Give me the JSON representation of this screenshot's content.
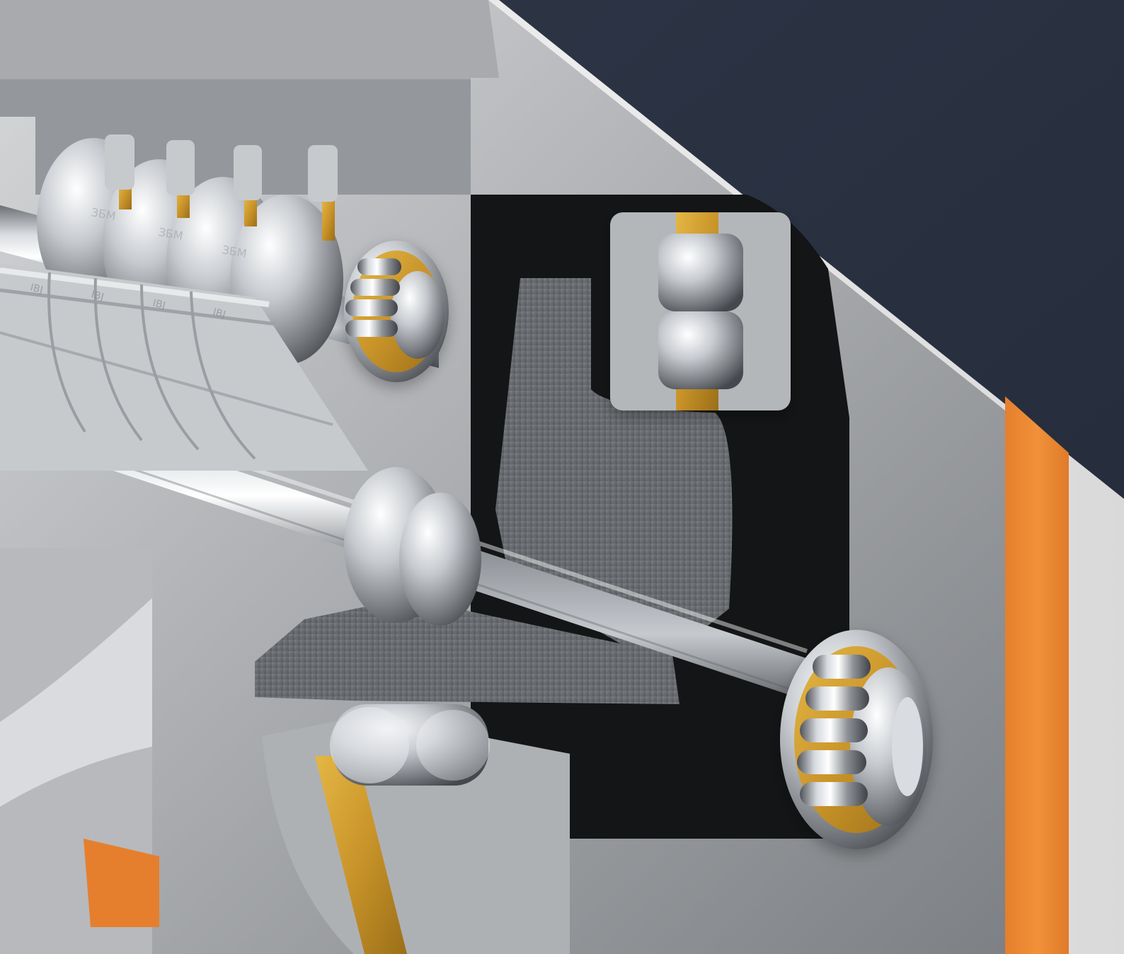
{
  "image": {
    "subject": "",
    "palette": {
      "background": "#2a3142",
      "background_dark": "#1f2533",
      "housing_light": "#c8c9cb",
      "housing_mid": "#9d9fa2",
      "housing_dark": "#6f7276",
      "outer_panel": "#dedede",
      "orange_accent": "#ef8a36",
      "brass_gold": "#d4a12d",
      "steel_highlight": "#f2f4f6",
      "steel_shadow": "#3f4247",
      "black_cavity": "#121314",
      "felt_gray": "#6f7276"
    },
    "engraved_marks": {
      "ring_mark_1": "ЗБМ",
      "ring_mark_2": "ЗБМ",
      "ring_mark_3": "ЗБМ",
      "roller_mark_1": "IBJ",
      "roller_mark_2": "IBJ",
      "roller_mark_3": "IBJ",
      "roller_mark_4": "IBJ"
    }
  }
}
